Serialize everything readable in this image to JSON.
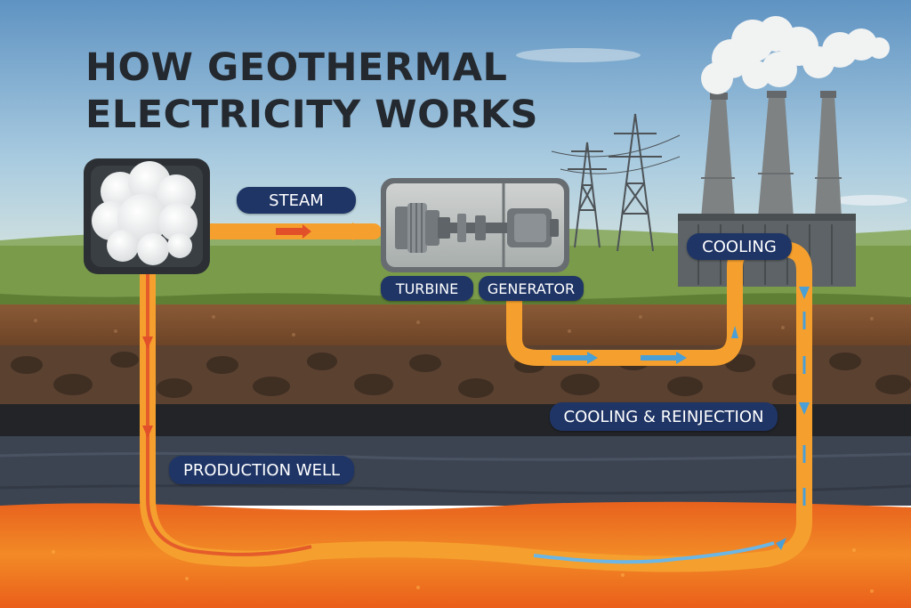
{
  "title": {
    "line1": "HOW GEOTHERMAL",
    "line2": "ELECTRICITY WORKS"
  },
  "labels": {
    "steam": "STEAM",
    "turbine": "TURBINE",
    "generator": "GENERATOR",
    "cooling": "COOLING",
    "cooling_reinjection": "COOLING & REINJECTION",
    "production_well": "PRODUCTION WELL"
  },
  "colors": {
    "label_bg": "#1f3566",
    "hot_pipe": "#f5a02e",
    "hot_arrow": "#e2502a",
    "cold_arrow": "#4a9fd6",
    "sky": "#7fb0d6",
    "grass": "#7a9c4a",
    "magma": "#f07a22"
  },
  "icons": [
    "steam-cloud-icon",
    "turbine-icon",
    "generator-icon",
    "transmission-tower-icon",
    "cooling-tower-icon",
    "arrow-icon"
  ]
}
